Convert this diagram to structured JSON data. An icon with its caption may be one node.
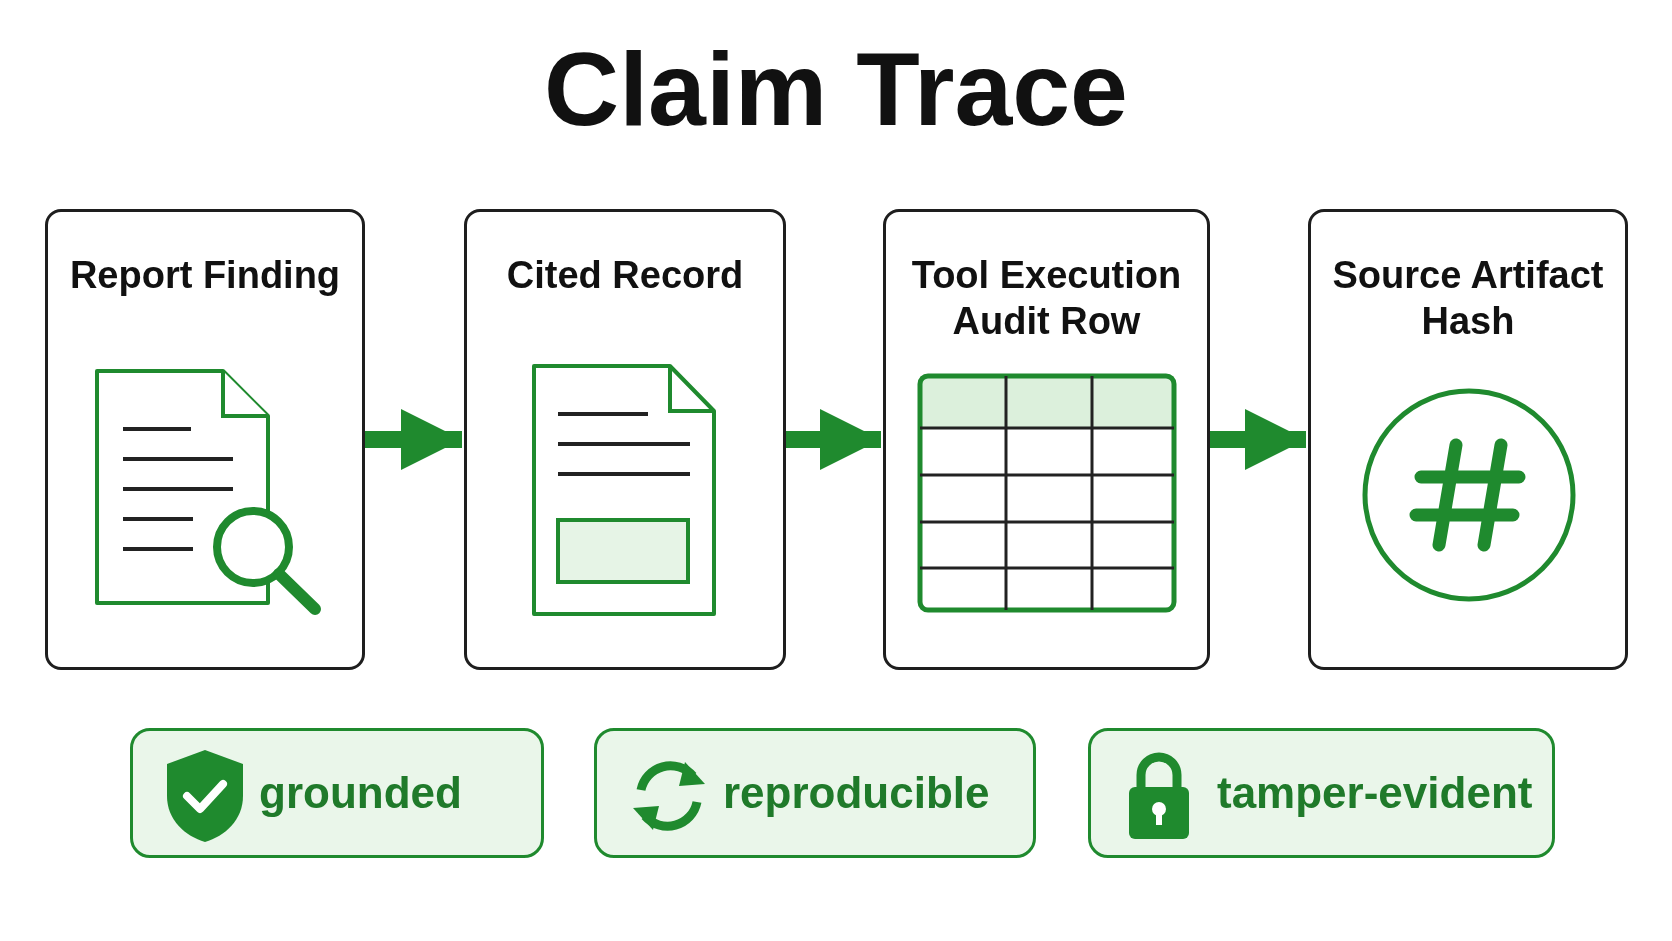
{
  "diagram": {
    "title": "Claim Trace",
    "nodes": [
      {
        "text": [
          "Report Finding"
        ]
      },
      {
        "text": [
          "Cited Record"
        ]
      },
      {
        "text": [
          "Tool Execution Audit Row"
        ]
      },
      {
        "text": [
          "Source Artifact Hash"
        ]
      },
      {
        "text": [
          "grounded"
        ]
      },
      {
        "text": [
          "reproducible"
        ]
      },
      {
        "text": [
          "tamper-evident"
        ]
      }
    ],
    "edges": [
      {
        "from": 0,
        "to": 1,
        "arrow": "to"
      },
      {
        "from": 1,
        "to": 2,
        "arrow": "to"
      },
      {
        "from": 2,
        "to": 3,
        "arrow": "to"
      }
    ]
  }
}
